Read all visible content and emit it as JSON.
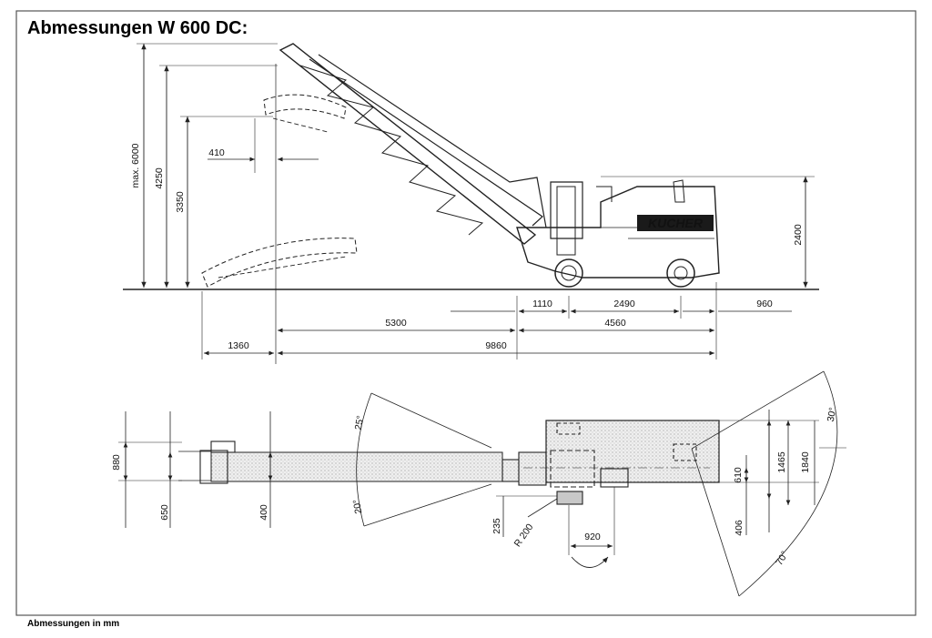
{
  "title": "Abmessungen W 600 DC:",
  "footer": "Abmessungen in mm",
  "brand": {
    "name": "KUCHER",
    "color": "#e8461e",
    "background": "#1a1a1a"
  },
  "side_view": {
    "heights": {
      "max_height": "max. 6000",
      "h1": "4250",
      "h2": "3350",
      "machine_height": "2400"
    },
    "conveyor_offset": "410",
    "lengths": {
      "a": "1110",
      "b": "2490",
      "c": "960",
      "d": "5300",
      "e": "4560",
      "f": "1360",
      "total": "9860"
    }
  },
  "top_view": {
    "widths": {
      "w880": "880",
      "w650": "650",
      "w400": "400",
      "w235": "235",
      "w610": "610",
      "w1465": "1465",
      "w1840": "1840",
      "w406": "406"
    },
    "angles": {
      "up": "25°",
      "down": "20°",
      "right_up": "30°",
      "right_down": "70°"
    },
    "radius": "R 200",
    "offset_920": "920"
  }
}
